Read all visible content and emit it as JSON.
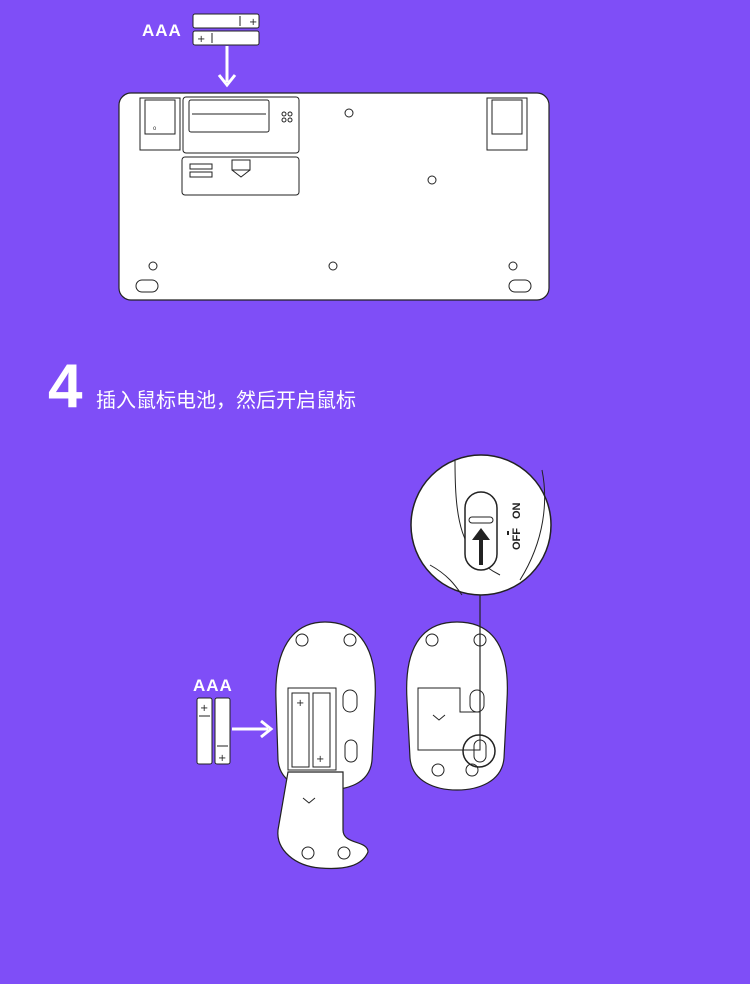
{
  "colors": {
    "background": "#7f4ef7",
    "line_art": "#ffffff",
    "ink": "#222222"
  },
  "top_illustration": {
    "battery_label": "AAA",
    "icons": [
      "aaa-battery-pair",
      "down-arrow-icon",
      "keyboard-underside"
    ]
  },
  "step": {
    "number": "4",
    "instruction": "插入鼠标电池，然后开启鼠标"
  },
  "mouse_illustration": {
    "battery_label": "AAA",
    "switch_off_label": "OFF",
    "switch_on_label": "ON",
    "icons": [
      "aaa-battery-pair-vertical",
      "right-arrow-icon",
      "mouse-underside-open",
      "mouse-underside-closed",
      "power-switch-zoom",
      "up-arrow-icon"
    ]
  }
}
